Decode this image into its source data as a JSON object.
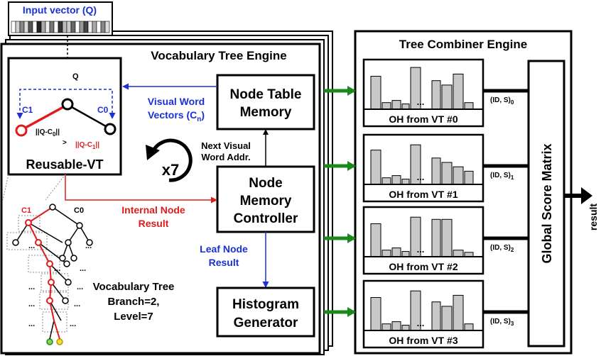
{
  "input_vector": {
    "label": "Input vector (Q)"
  },
  "vt_engine": {
    "title": "Vocabulary Tree Engine"
  },
  "reusable_vt": {
    "title": "Reusable-VT",
    "q_label": "Q",
    "c1_label": "C1",
    "c0_label": "C0",
    "dist0": "||Q-C",
    "dist0_sub": "0",
    "dist0_end": "||",
    "gt": ">",
    "dist1": "||Q-C",
    "dist1_sub": "1",
    "dist1_end": "||"
  },
  "node_table_memory": {
    "line1": "Node Table",
    "line2": "Memory"
  },
  "visual_word_vectors": {
    "line1": "Visual Word",
    "line2": "Vectors (C",
    "line2_sub": "n",
    "line2_end": ")"
  },
  "loop": {
    "label": "x7"
  },
  "next_visual": {
    "line1": "Next Visual",
    "line2": "Word Addr."
  },
  "node_mem_ctrl": {
    "line1": "Node",
    "line2": "Memory",
    "line3": "Controller"
  },
  "internal_node": {
    "line1": "Internal Node",
    "line2": "Result"
  },
  "leaf_node": {
    "line1": "Leaf Node",
    "line2": "Result"
  },
  "histogram_gen": {
    "line1": "Histogram",
    "line2": "Generator"
  },
  "vocab_tree": {
    "line1": "Vocabulary Tree",
    "line2": "Branch=2,",
    "line3": "Level=7",
    "c1": "C1",
    "c0": "C0",
    "dots": "..."
  },
  "tree_combiner": {
    "title": "Tree Combiner Engine"
  },
  "global_score": {
    "label": "Global Score Matrix"
  },
  "result": {
    "label": "result"
  },
  "oh_panels": [
    {
      "label": "OH from VT #0",
      "id_label": "(ID, S)",
      "id_sub": "0",
      "bars": [
        0.75,
        0.15,
        0.2,
        0.12,
        0.95,
        0.65,
        0.55,
        0.8,
        0.15
      ]
    },
    {
      "label": "OH from VT #1",
      "id_label": "(ID, S)",
      "id_sub": "1",
      "bars": [
        0.78,
        0.15,
        0.2,
        0.12,
        0.9,
        0.6,
        0.5,
        0.4,
        0.3
      ]
    },
    {
      "label": "OH from VT #2",
      "id_label": "(ID, S)",
      "id_sub": "2",
      "bars": [
        0.75,
        0.15,
        0.2,
        0.12,
        0.9,
        0.85,
        0.85,
        0.15,
        0.1
      ]
    },
    {
      "label": "OH from VT #3",
      "id_label": "(ID, S)",
      "id_sub": "3",
      "bars": [
        0.75,
        0.15,
        0.2,
        0.12,
        0.9,
        0.65,
        0.55,
        0.8,
        0.15
      ]
    }
  ],
  "colors": {
    "red": "#e01b1b",
    "blue": "#1a2fd6",
    "green": "#1a8a1a",
    "bar_fill": "#c8c8c8"
  }
}
